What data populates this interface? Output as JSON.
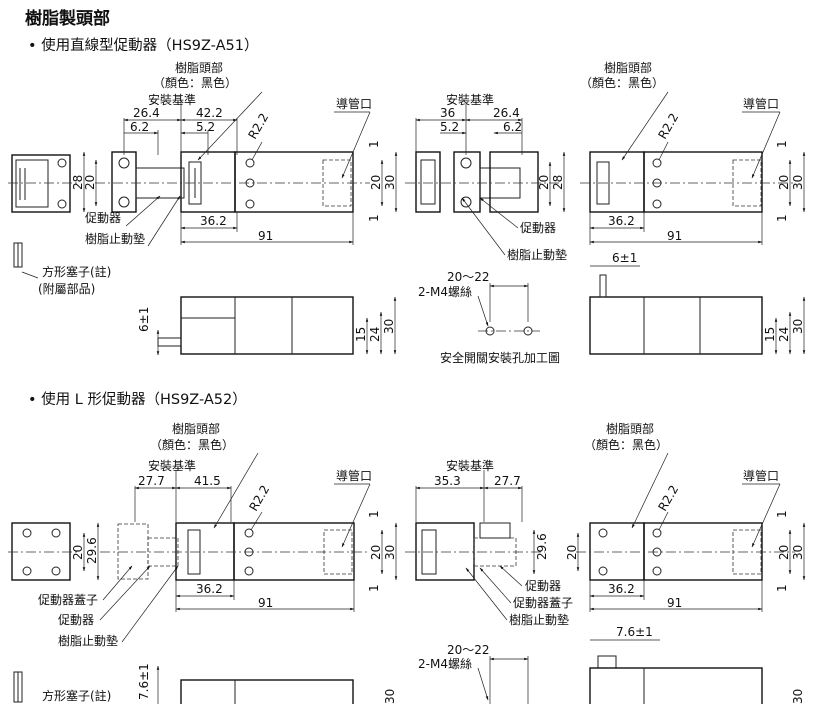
{
  "title": "樹脂製頭部",
  "sections": [
    {
      "heading": "• 使用直線型促動器（HS9Z-A51）"
    },
    {
      "heading": "• 使用 L 形促動器（HS9Z-A52）"
    }
  ],
  "labels": {
    "resin_head": "樹脂頭部",
    "color_black": "（顏色：黑色）",
    "mount_ref": "安裝基準",
    "conduit": "導管口",
    "actuator": "促動器",
    "resin_stop_pad": "樹脂止動墊",
    "square_plug": "方形塞子(註)",
    "accessory": "(附屬部品)",
    "actuator_cap": "促動器蓋子",
    "screw": "2-M4螺絲",
    "hole_pitch": "20～22",
    "mount_hole": "安全開關安裝孔加工圖"
  },
  "dims": {
    "d26_4": "26.4",
    "d42_2": "42.2",
    "d6_2": "6.2",
    "d5_2": "5.2",
    "r2_2": "R2.2",
    "d28": "28",
    "d20": "20",
    "d30": "30",
    "d1": "1",
    "d36_2": "36.2",
    "d91": "91",
    "d36": "36",
    "d15": "15",
    "d24": "24",
    "d6pm1": "6±1",
    "d7_6pm1": "7.6±1",
    "d27_7": "27.7",
    "d41_5": "41.5",
    "d29_6": "29.6",
    "d35_3": "35.3"
  }
}
